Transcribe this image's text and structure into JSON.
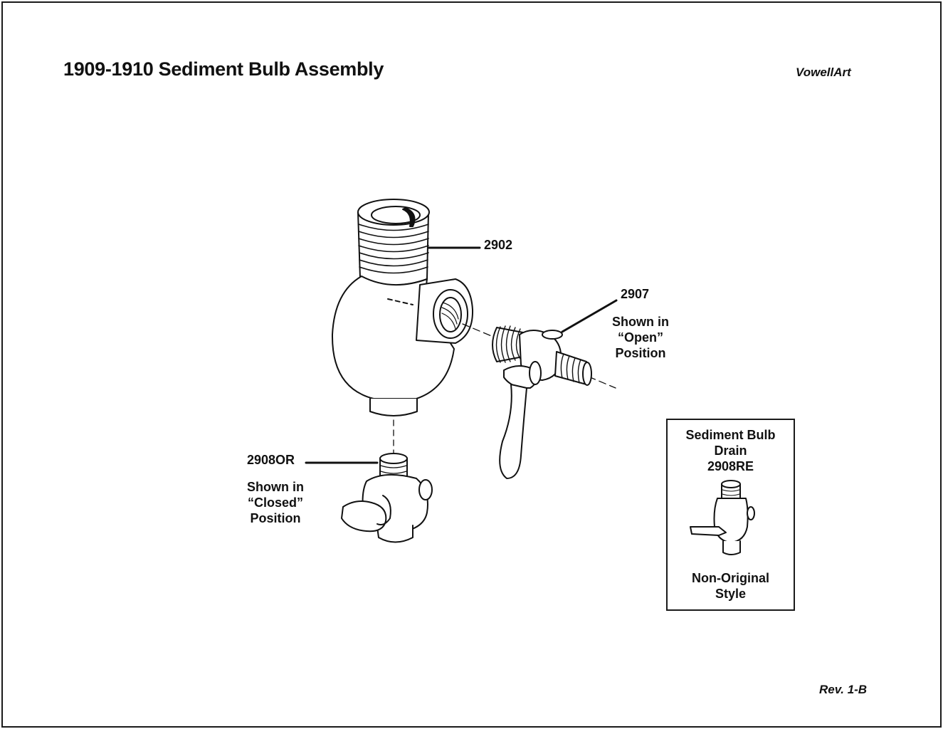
{
  "title": "1909-1910 Sediment Bulb Assembly",
  "brand": "VowellArt",
  "revision": "Rev. 1-B",
  "parts": {
    "bulb": {
      "number": "2902"
    },
    "open_valve": {
      "number": "2907",
      "note": [
        "Shown in",
        "“Open”",
        "Position"
      ]
    },
    "closed_valve": {
      "number": "2908OR",
      "note": [
        "Shown in",
        "“Closed”",
        "Position"
      ]
    }
  },
  "inset": {
    "heading": [
      "Sediment Bulb",
      "Drain",
      "2908RE"
    ],
    "footer": [
      "Non-Original",
      "Style"
    ]
  }
}
